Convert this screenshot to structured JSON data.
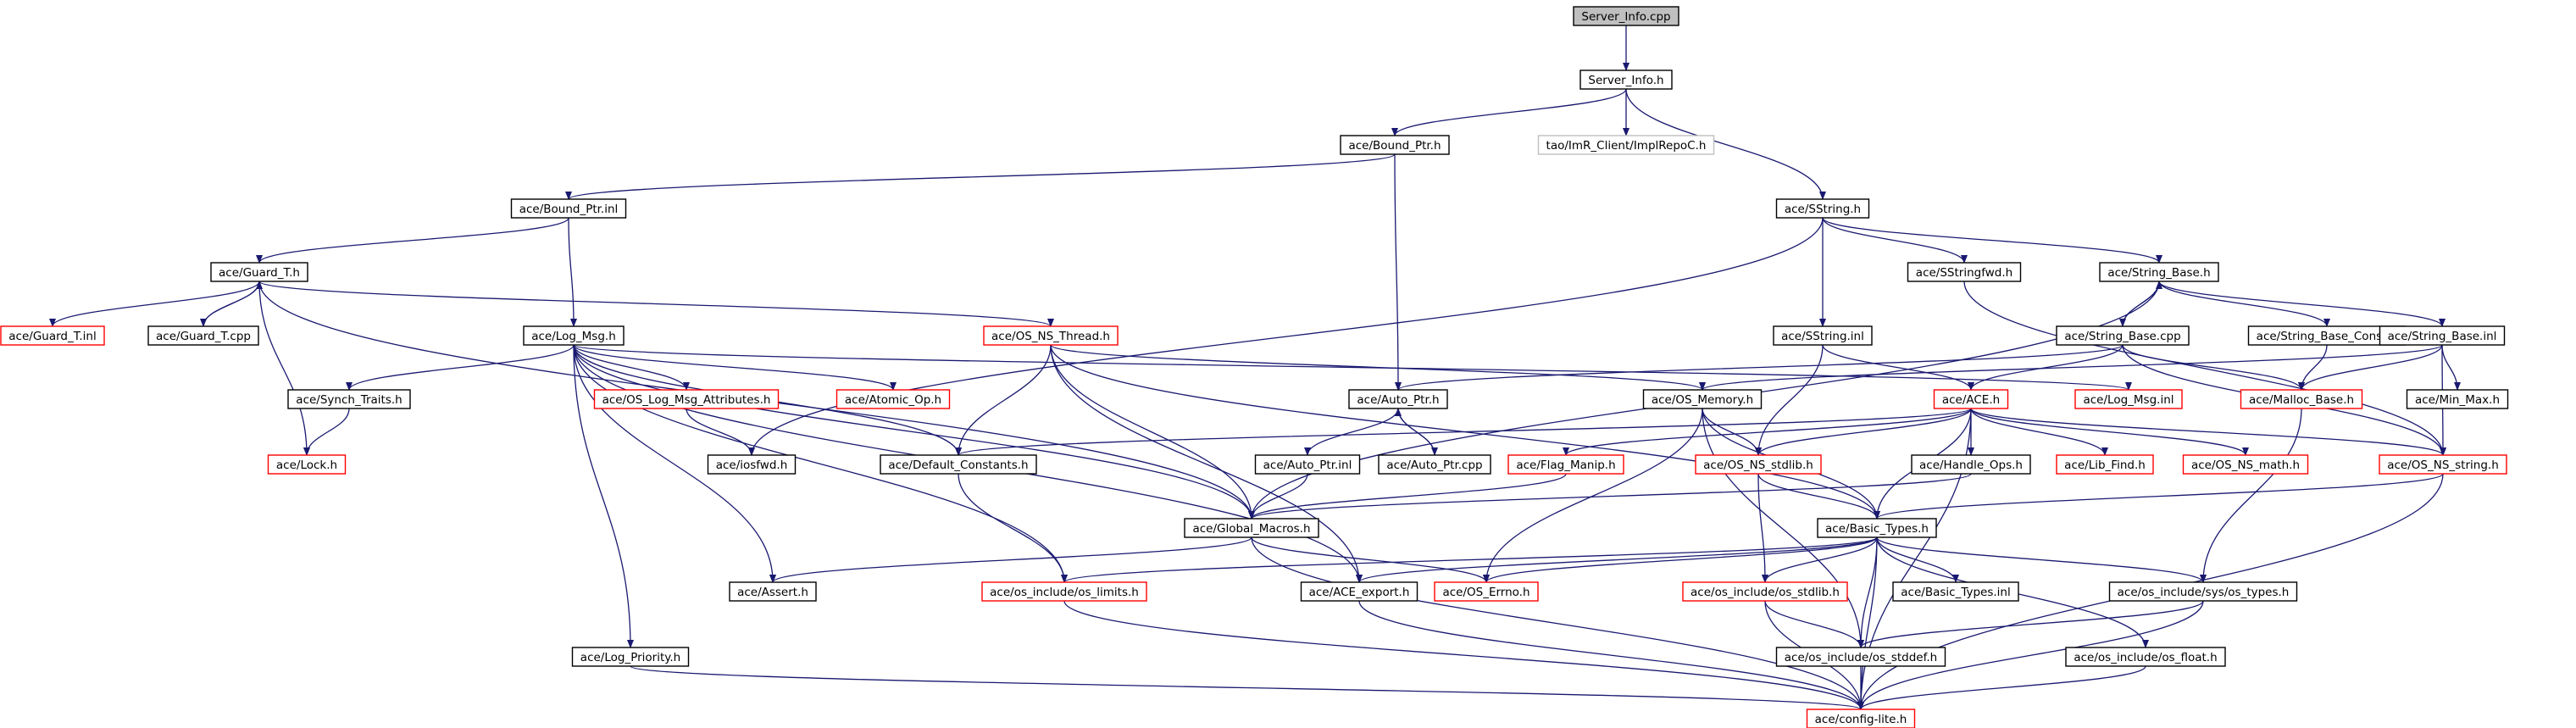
{
  "colors": {
    "normal_border": "#000000",
    "incomplete_border": "#ff0000",
    "external_border": "#bfbfbf",
    "root_fill": "#bfbfbf",
    "edge": "#191970",
    "label": "#000000",
    "external_label": "#808080"
  },
  "nodes": [
    {
      "id": "server_info_cpp",
      "label": "Server_Info.cpp",
      "style": "root"
    },
    {
      "id": "server_info_h",
      "label": "Server_Info.h",
      "style": "normal"
    },
    {
      "id": "bound_ptr_h",
      "label": "ace/Bound_Ptr.h",
      "style": "normal"
    },
    {
      "id": "implrepoc_h",
      "label": "tao/ImR_Client/ImplRepoC.h",
      "style": "external"
    },
    {
      "id": "sstring_h",
      "label": "ace/SString.h",
      "style": "normal"
    },
    {
      "id": "bound_ptr_inl",
      "label": "ace/Bound_Ptr.inl",
      "style": "normal"
    },
    {
      "id": "guard_t_h",
      "label": "ace/Guard_T.h",
      "style": "normal"
    },
    {
      "id": "sstringfwd_h",
      "label": "ace/SStringfwd.h",
      "style": "normal"
    },
    {
      "id": "string_base_h",
      "label": "ace/String_Base.h",
      "style": "normal"
    },
    {
      "id": "guard_t_inl",
      "label": "ace/Guard_T.inl",
      "style": "incomplete"
    },
    {
      "id": "guard_t_cpp",
      "label": "ace/Guard_T.cpp",
      "style": "normal"
    },
    {
      "id": "log_msg_h",
      "label": "ace/Log_Msg.h",
      "style": "normal"
    },
    {
      "id": "os_ns_thread_h",
      "label": "ace/OS_NS_Thread.h",
      "style": "incomplete"
    },
    {
      "id": "sstring_inl",
      "label": "ace/SString.inl",
      "style": "normal"
    },
    {
      "id": "string_base_cpp",
      "label": "ace/String_Base.cpp",
      "style": "normal"
    },
    {
      "id": "string_base_const_h",
      "label": "ace/String_Base_Const.h",
      "style": "normal"
    },
    {
      "id": "string_base_inl",
      "label": "ace/String_Base.inl",
      "style": "normal"
    },
    {
      "id": "synch_traits_h",
      "label": "ace/Synch_Traits.h",
      "style": "normal"
    },
    {
      "id": "os_log_msg_attr_h",
      "label": "ace/OS_Log_Msg_Attributes.h",
      "style": "incomplete"
    },
    {
      "id": "atomic_op_h",
      "label": "ace/Atomic_Op.h",
      "style": "incomplete"
    },
    {
      "id": "auto_ptr_h",
      "label": "ace/Auto_Ptr.h",
      "style": "normal"
    },
    {
      "id": "os_memory_h",
      "label": "ace/OS_Memory.h",
      "style": "normal"
    },
    {
      "id": "ace_h",
      "label": "ace/ACE.h",
      "style": "incomplete"
    },
    {
      "id": "log_msg_inl",
      "label": "ace/Log_Msg.inl",
      "style": "incomplete"
    },
    {
      "id": "malloc_base_h",
      "label": "ace/Malloc_Base.h",
      "style": "incomplete"
    },
    {
      "id": "min_max_h",
      "label": "ace/Min_Max.h",
      "style": "normal"
    },
    {
      "id": "lock_h",
      "label": "ace/Lock.h",
      "style": "incomplete"
    },
    {
      "id": "iosfwd_h",
      "label": "ace/iosfwd.h",
      "style": "normal"
    },
    {
      "id": "default_constants_h",
      "label": "ace/Default_Constants.h",
      "style": "normal"
    },
    {
      "id": "auto_ptr_inl",
      "label": "ace/Auto_Ptr.inl",
      "style": "normal"
    },
    {
      "id": "auto_ptr_cpp",
      "label": "ace/Auto_Ptr.cpp",
      "style": "normal"
    },
    {
      "id": "flag_manip_h",
      "label": "ace/Flag_Manip.h",
      "style": "incomplete"
    },
    {
      "id": "os_ns_stdlib_h",
      "label": "ace/OS_NS_stdlib.h",
      "style": "incomplete"
    },
    {
      "id": "handle_ops_h",
      "label": "ace/Handle_Ops.h",
      "style": "normal"
    },
    {
      "id": "lib_find_h",
      "label": "ace/Lib_Find.h",
      "style": "incomplete"
    },
    {
      "id": "os_ns_math_h",
      "label": "ace/OS_NS_math.h",
      "style": "incomplete"
    },
    {
      "id": "os_ns_string_h",
      "label": "ace/OS_NS_string.h",
      "style": "incomplete"
    },
    {
      "id": "global_macros_h",
      "label": "ace/Global_Macros.h",
      "style": "normal"
    },
    {
      "id": "basic_types_h",
      "label": "ace/Basic_Types.h",
      "style": "normal"
    },
    {
      "id": "assert_h",
      "label": "ace/Assert.h",
      "style": "normal"
    },
    {
      "id": "os_limits_h",
      "label": "ace/os_include/os_limits.h",
      "style": "incomplete"
    },
    {
      "id": "ace_export_h",
      "label": "ace/ACE_export.h",
      "style": "normal"
    },
    {
      "id": "os_errno_h",
      "label": "ace/OS_Errno.h",
      "style": "incomplete"
    },
    {
      "id": "os_stdlib_h",
      "label": "ace/os_include/os_stdlib.h",
      "style": "incomplete"
    },
    {
      "id": "basic_types_inl",
      "label": "ace/Basic_Types.inl",
      "style": "normal"
    },
    {
      "id": "os_types_h",
      "label": "ace/os_include/sys/os_types.h",
      "style": "normal"
    },
    {
      "id": "log_priority_h",
      "label": "ace/Log_Priority.h",
      "style": "normal"
    },
    {
      "id": "os_stddef_h",
      "label": "ace/os_include/os_stddef.h",
      "style": "normal"
    },
    {
      "id": "os_float_h",
      "label": "ace/os_include/os_float.h",
      "style": "normal"
    },
    {
      "id": "config_lite_h",
      "label": "ace/config-lite.h",
      "style": "incomplete"
    }
  ],
  "edges": [
    [
      "server_info_cpp",
      "server_info_h"
    ],
    [
      "server_info_h",
      "bound_ptr_h"
    ],
    [
      "server_info_h",
      "implrepoc_h"
    ],
    [
      "server_info_h",
      "sstring_h"
    ],
    [
      "bound_ptr_h",
      "bound_ptr_inl"
    ],
    [
      "bound_ptr_h",
      "auto_ptr_h"
    ],
    [
      "bound_ptr_inl",
      "guard_t_h"
    ],
    [
      "bound_ptr_inl",
      "log_msg_h"
    ],
    [
      "guard_t_h",
      "guard_t_inl"
    ],
    [
      "guard_t_h",
      "guard_t_cpp"
    ],
    [
      "guard_t_cpp",
      "guard_t_h"
    ],
    [
      "guard_t_h",
      "lock_h"
    ],
    [
      "guard_t_h",
      "os_ns_thread_h"
    ],
    [
      "guard_t_h",
      "global_macros_h"
    ],
    [
      "sstring_h",
      "sstringfwd_h"
    ],
    [
      "sstring_h",
      "string_base_h"
    ],
    [
      "sstring_h",
      "sstring_inl"
    ],
    [
      "sstring_h",
      "iosfwd_h"
    ],
    [
      "sstringfwd_h",
      "os_ns_string_h"
    ],
    [
      "string_base_h",
      "string_base_cpp"
    ],
    [
      "string_base_cpp",
      "string_base_h"
    ],
    [
      "string_base_h",
      "string_base_const_h"
    ],
    [
      "string_base_h",
      "string_base_inl"
    ],
    [
      "string_base_h",
      "global_macros_h"
    ],
    [
      "string_base_cpp",
      "auto_ptr_h"
    ],
    [
      "string_base_cpp",
      "ace_h"
    ],
    [
      "string_base_cpp",
      "malloc_base_h"
    ],
    [
      "string_base_cpp",
      "os_ns_string_h"
    ],
    [
      "string_base_inl",
      "malloc_base_h"
    ],
    [
      "string_base_inl",
      "min_max_h"
    ],
    [
      "string_base_inl",
      "os_ns_string_h"
    ],
    [
      "string_base_inl",
      "os_memory_h"
    ],
    [
      "string_base_const_h",
      "malloc_base_h"
    ],
    [
      "sstring_inl",
      "ace_h"
    ],
    [
      "sstring_inl",
      "os_ns_stdlib_h"
    ],
    [
      "log_msg_h",
      "synch_traits_h"
    ],
    [
      "log_msg_h",
      "os_log_msg_attr_h"
    ],
    [
      "log_msg_h",
      "atomic_op_h"
    ],
    [
      "log_msg_h",
      "log_msg_inl"
    ],
    [
      "log_msg_h",
      "default_constants_h"
    ],
    [
      "log_msg_h",
      "global_macros_h"
    ],
    [
      "log_msg_h",
      "assert_h"
    ],
    [
      "log_msg_h",
      "os_limits_h"
    ],
    [
      "log_msg_h",
      "ace_export_h"
    ],
    [
      "log_msg_h",
      "log_priority_h"
    ],
    [
      "synch_traits_h",
      "lock_h"
    ],
    [
      "os_log_msg_attr_h",
      "iosfwd_h"
    ],
    [
      "os_ns_thread_h",
      "default_constants_h"
    ],
    [
      "os_ns_thread_h",
      "global_macros_h"
    ],
    [
      "os_ns_thread_h",
      "ace_export_h"
    ],
    [
      "os_ns_thread_h",
      "os_memory_h"
    ],
    [
      "os_ns_thread_h",
      "basic_types_h"
    ],
    [
      "auto_ptr_h",
      "auto_ptr_inl"
    ],
    [
      "auto_ptr_h",
      "auto_ptr_cpp"
    ],
    [
      "auto_ptr_cpp",
      "auto_ptr_h"
    ],
    [
      "auto_ptr_inl",
      "global_macros_h"
    ],
    [
      "os_memory_h",
      "os_errno_h"
    ],
    [
      "os_memory_h",
      "os_ns_stdlib_h"
    ],
    [
      "os_memory_h",
      "basic_types_h"
    ],
    [
      "os_memory_h",
      "os_stddef_h"
    ],
    [
      "ace_h",
      "flag_manip_h"
    ],
    [
      "ace_h",
      "os_ns_stdlib_h"
    ],
    [
      "ace_h",
      "handle_ops_h"
    ],
    [
      "ace_h",
      "lib_find_h"
    ],
    [
      "ace_h",
      "os_ns_math_h"
    ],
    [
      "ace_h",
      "os_ns_string_h"
    ],
    [
      "ace_h",
      "default_constants_h"
    ],
    [
      "ace_h",
      "basic_types_h"
    ],
    [
      "ace_h",
      "config_lite_h"
    ],
    [
      "flag_manip_h",
      "global_macros_h"
    ],
    [
      "handle_ops_h",
      "global_macros_h"
    ],
    [
      "os_ns_stdlib_h",
      "basic_types_h"
    ],
    [
      "os_ns_stdlib_h",
      "os_stdlib_h"
    ],
    [
      "os_ns_string_h",
      "basic_types_h"
    ],
    [
      "os_ns_string_h",
      "config_lite_h"
    ],
    [
      "malloc_base_h",
      "os_types_h"
    ],
    [
      "default_constants_h",
      "os_limits_h"
    ],
    [
      "global_macros_h",
      "assert_h"
    ],
    [
      "global_macros_h",
      "os_errno_h"
    ],
    [
      "global_macros_h",
      "config_lite_h"
    ],
    [
      "basic_types_h",
      "os_limits_h"
    ],
    [
      "basic_types_h",
      "ace_export_h"
    ],
    [
      "basic_types_h",
      "os_errno_h"
    ],
    [
      "basic_types_h",
      "os_stdlib_h"
    ],
    [
      "basic_types_h",
      "basic_types_inl"
    ],
    [
      "basic_types_h",
      "os_types_h"
    ],
    [
      "basic_types_h",
      "os_float_h"
    ],
    [
      "basic_types_h",
      "os_stddef_h"
    ],
    [
      "basic_types_h",
      "config_lite_h"
    ],
    [
      "os_stdlib_h",
      "os_stddef_h"
    ],
    [
      "os_stdlib_h",
      "config_lite_h"
    ],
    [
      "os_types_h",
      "os_stddef_h"
    ],
    [
      "os_types_h",
      "config_lite_h"
    ],
    [
      "os_stddef_h",
      "config_lite_h"
    ],
    [
      "os_float_h",
      "config_lite_h"
    ],
    [
      "os_limits_h",
      "config_lite_h"
    ],
    [
      "ace_export_h",
      "config_lite_h"
    ],
    [
      "log_priority_h",
      "config_lite_h"
    ]
  ]
}
